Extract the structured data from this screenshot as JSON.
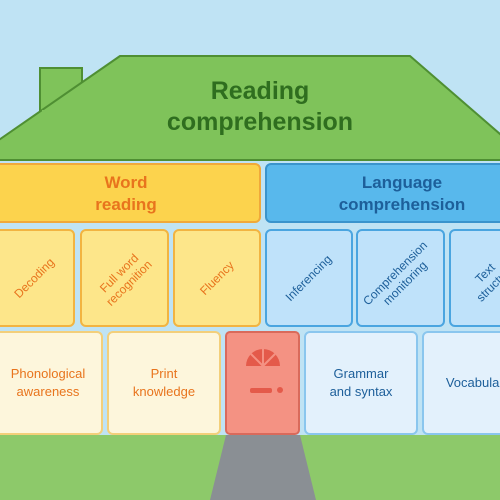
{
  "roof": {
    "title": "Reading\ncomprehension"
  },
  "word_reading": {
    "heading": "Word\nreading",
    "tiles": [
      "Decoding",
      "Full word\nrecognition",
      "Fluency"
    ],
    "base": [
      "Phonological\nawareness",
      "Print\nknowledge"
    ]
  },
  "language_comprehension": {
    "heading": "Language\ncomprehension",
    "tiles": [
      "Inferencing",
      "Comprehension\nmonitoring",
      "Text\nstructure"
    ],
    "base": [
      "Grammar\nand syntax",
      "Vocabulary"
    ]
  },
  "colors": {
    "sky": "#bfe3f4",
    "roof": "#7fc35a",
    "grass": "#8dc96a",
    "path": "#8a8f94",
    "door": "#f49283",
    "word_header": "#fcd34d",
    "word_tile": "#fde68a",
    "word_base": "#fdf6dc",
    "lang_header": "#58b8ec",
    "lang_tile": "#bfe2fa",
    "lang_base": "#e3f1fc"
  }
}
